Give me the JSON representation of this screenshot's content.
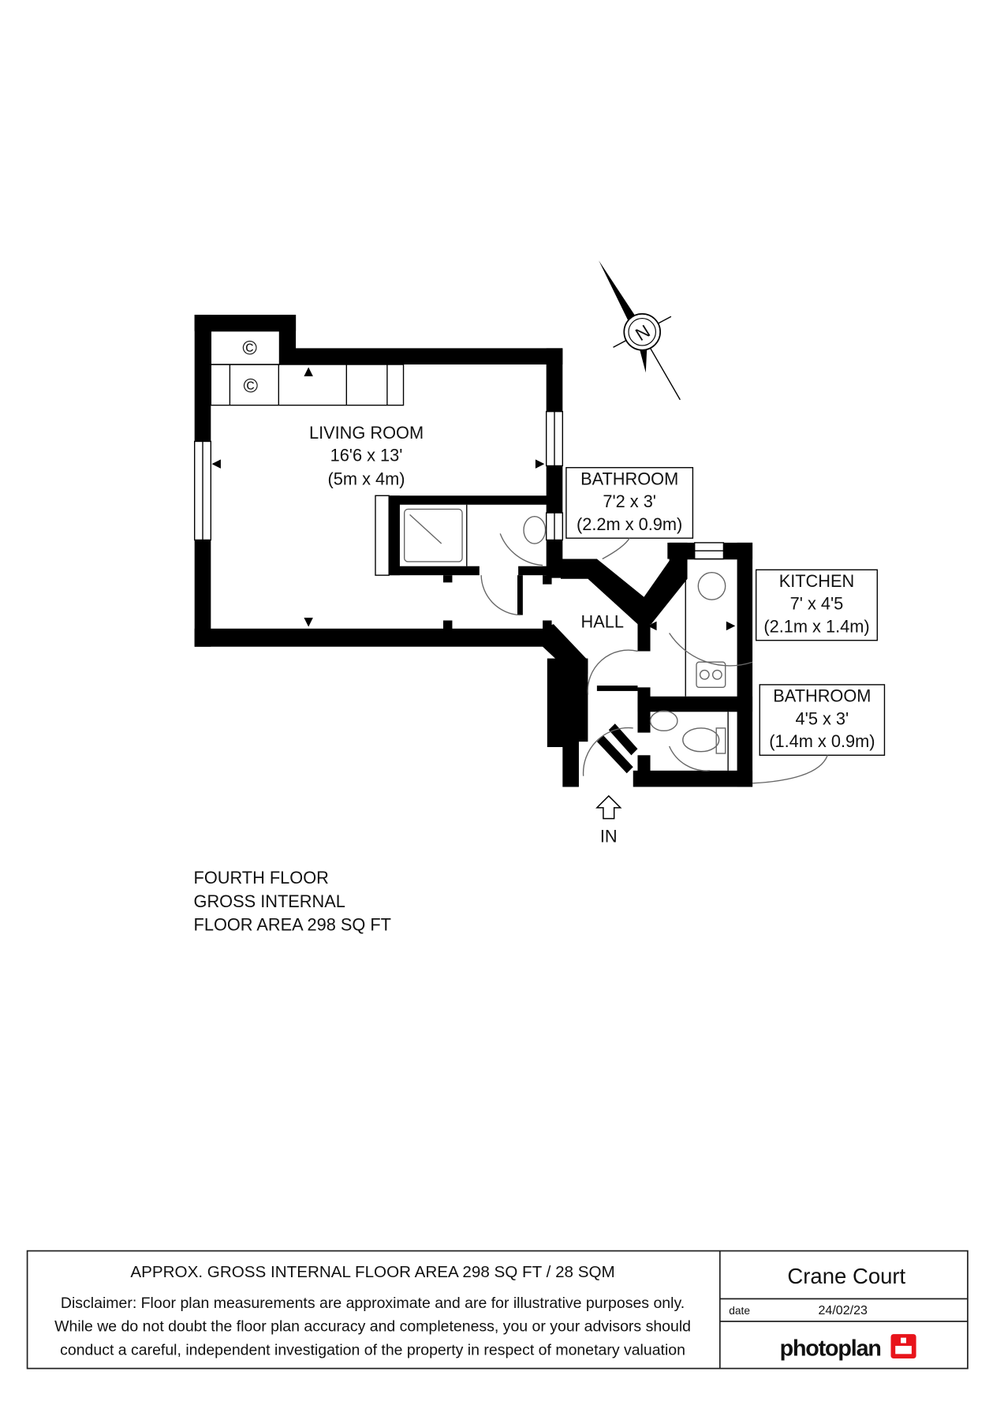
{
  "rooms": {
    "living": {
      "name": "LIVING ROOM",
      "imperial": "16'6 x 13'",
      "metric": "(5m x 4m)"
    },
    "bathroom1": {
      "name": "BATHROOM",
      "imperial": "7'2 x 3'",
      "metric": "(2.2m x 0.9m)"
    },
    "kitchen": {
      "name": "KITCHEN",
      "imperial": "7' x 4'5",
      "metric": "(2.1m x 1.4m)"
    },
    "bathroom2": {
      "name": "BATHROOM",
      "imperial": "4'5 x 3'",
      "metric": "(1.4m x 0.9m)"
    },
    "hall": {
      "name": "HALL"
    }
  },
  "entrance_label": "IN",
  "compass_label": "N",
  "cylinder_symbol": "©",
  "floor_summary": [
    "FOURTH FLOOR",
    "GROSS INTERNAL",
    "FLOOR AREA 298 SQ FT"
  ],
  "footer": {
    "area_title": "APPROX. GROSS INTERNAL FLOOR AREA 298 SQ FT / 28 SQM",
    "disclaimer": [
      "Disclaimer: Floor plan measurements are approximate and are for illustrative purposes only.",
      "While we do not doubt the floor plan accuracy and completeness, you or your advisors should",
      "conduct a careful, independent investigation of the property in respect of monetary valuation"
    ],
    "property_name": "Crane Court",
    "date_label": "date",
    "date_value": "24/02/23",
    "brand": "photoplan",
    "brand_color": "#e8141b"
  }
}
